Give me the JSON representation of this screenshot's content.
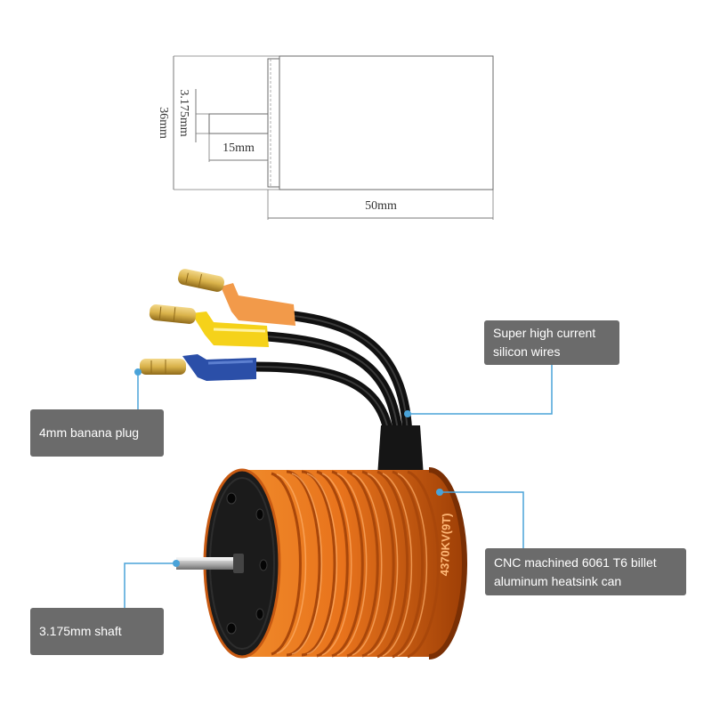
{
  "drawing": {
    "dim_total_diameter": "36mm",
    "dim_shaft_diameter": "3.175mm",
    "dim_shaft_length": "15mm",
    "dim_body_length": "50mm"
  },
  "motor": {
    "body_label": "4370KV(9T)",
    "colors": {
      "can": "#e8731c",
      "can_dark": "#b54d0a",
      "endcap": "#1a1a1a",
      "wire": "#111111",
      "sleeve_orange": "#f29a4a",
      "sleeve_yellow": "#f5d21a",
      "sleeve_blue": "#2b4fa8",
      "plug_gold": "#d9b24a",
      "callout_bg": "#6b6b6b",
      "leader": "#4aa3d9"
    }
  },
  "callouts": {
    "wires": {
      "line1": "Super high current",
      "line2": "silicon wires"
    },
    "plug": {
      "line1": "4mm banana plug"
    },
    "heatsink": {
      "line1": "CNC machined 6061 T6 billet",
      "line2": "aluminum heatsink can"
    },
    "shaft": {
      "line1": "3.175mm shaft"
    }
  }
}
